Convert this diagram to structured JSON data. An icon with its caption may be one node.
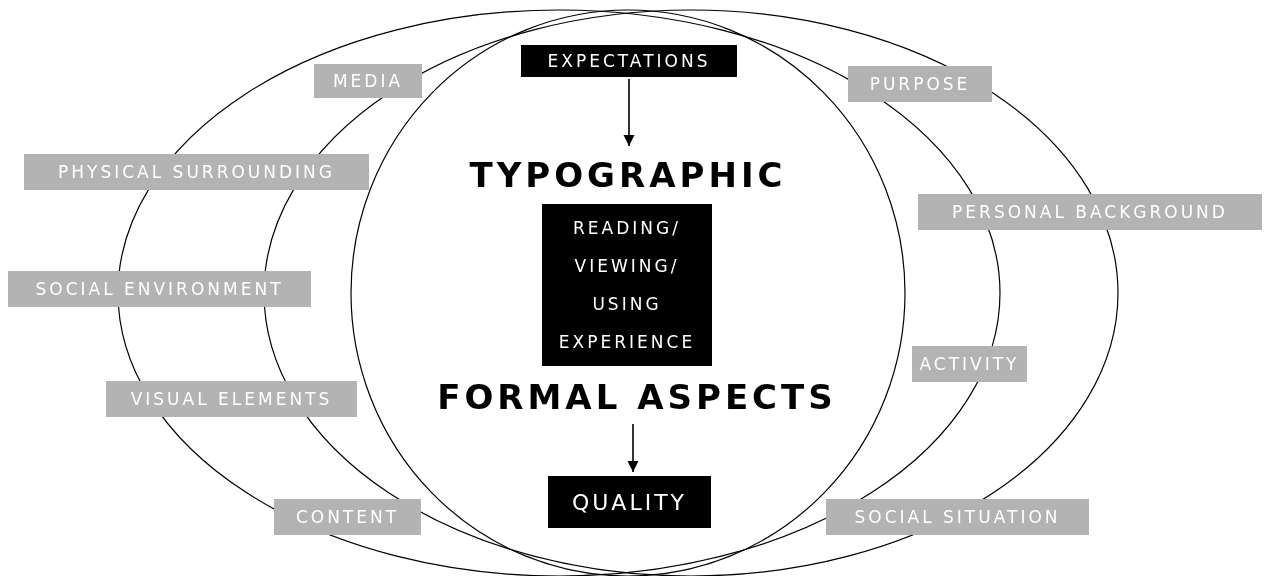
{
  "diagram": {
    "nodes": [
      {
        "text": [
          "EXPECTATIONS"
        ]
      },
      {
        "text": [
          "MEDIA"
        ]
      },
      {
        "text": [
          "PURPOSE"
        ]
      },
      {
        "text": [
          "PHYSICAL SURROUNDING"
        ]
      },
      {
        "text": [
          "TYPOGRAPHIC"
        ]
      },
      {
        "text": [
          "PERSONAL BACKGROUND"
        ]
      },
      {
        "text": [
          "READING/ VIEWING/ USING EXPERIENCE"
        ]
      },
      {
        "text": [
          "SOCIAL ENVIRONMENT"
        ]
      },
      {
        "text": [
          "ACTIVITY"
        ]
      },
      {
        "text": [
          "VISUAL ELEMENTS"
        ]
      },
      {
        "text": [
          "FORMAL ASPECTS"
        ]
      },
      {
        "text": [
          "CONTENT"
        ]
      },
      {
        "text": [
          "QUALITY"
        ]
      },
      {
        "text": [
          "SOCIAL SITUATION"
        ]
      }
    ],
    "edges": [
      {
        "from": 0,
        "to": 4,
        "arrow": "to"
      },
      {
        "from": 10,
        "to": 12,
        "arrow": "to"
      }
    ]
  }
}
